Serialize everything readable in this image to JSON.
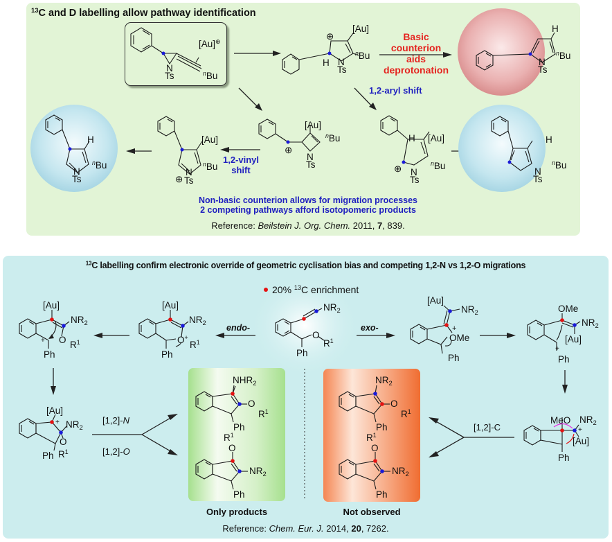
{
  "top_panel": {
    "title_sup": "13",
    "title_rest": "C and D labelling allow pathway identification",
    "start_box": {
      "metal": "[Au]",
      "charge": "⊕",
      "n": "N",
      "ts": "Ts",
      "bu": "Bu",
      "bu_prefix": "n"
    },
    "intermediate_top": {
      "metal": "[Au]",
      "charge": "⊕",
      "h": "H",
      "n": "N",
      "ts": "Ts",
      "bu": "Bu",
      "bu_prefix": "n"
    },
    "basic_label": [
      "Basic counterion",
      "aids deprotonation"
    ],
    "product_red": {
      "h": "H",
      "n": "N",
      "ts": "Ts",
      "bu": "Bu",
      "bu_prefix": "n"
    },
    "aryl_shift_label": "1,2-aryl shift",
    "azetine_intermediate": {
      "metal": "[Au]",
      "charge": "⊕",
      "n": "N",
      "ts": "Ts",
      "bu": "Bu",
      "bu_prefix": "n"
    },
    "vinyl_shift_label": [
      "1,2-vinyl",
      "shift"
    ],
    "vinyl_intermediate": {
      "metal": "[Au]",
      "charge": "⊕",
      "n": "N",
      "ts": "Ts",
      "bu": "Bu",
      "bu_prefix": "n"
    },
    "aryl_intermediate": {
      "metal": "[Au]",
      "charge": "⊕",
      "h": "H",
      "n": "N",
      "ts": "Ts",
      "bu": "Bu",
      "bu_prefix": "n"
    },
    "product_blue_left": {
      "h": "H",
      "n": "N",
      "ts": "Ts",
      "bu": "Bu",
      "bu_prefix": "n"
    },
    "product_blue_right": {
      "h": "H",
      "n": "N",
      "ts": "Ts",
      "bu": "Bu",
      "bu_prefix": "n"
    },
    "summary_lines": [
      "Non-basic counterion allows for migration processes",
      "2 competing pathways afford isotopomeric products"
    ],
    "reference": {
      "prefix": "Reference: ",
      "journal": "Beilstein J. Org. Chem.",
      "year": " 2011, ",
      "volume": "7",
      "pages": ", 839."
    }
  },
  "bottom_panel": {
    "title_sup": "13",
    "title_rest": "C labelling confirm electronic override of geometric cyclisation bias and competing 1,2-N vs 1,2-O migrations",
    "legend": {
      "text_pre": "20% ",
      "sup": "13",
      "text_post": "C enrichment",
      "dot_color": "#e51212"
    },
    "start": {
      "nr2": "NR",
      "nr2_sub": "2",
      "o": "O",
      "r1": "R",
      "r1_sup": "1",
      "ph": "Ph"
    },
    "endo_label": "endo-",
    "exo_label": "exo-",
    "endo_oxonium": {
      "metal": "[Au]",
      "nr2": "NR",
      "nr2_sub": "2",
      "o": "O",
      "plus": "+",
      "r1": "R",
      "r1_sup": "1",
      "ph": "Ph"
    },
    "endo_cation": {
      "metal": "[Au]",
      "nr2": "NR",
      "nr2_sub": "2",
      "o": "O",
      "plus": "+",
      "r1": "R",
      "r1_sup": "1",
      "ph": "Ph"
    },
    "indenyl_cation": {
      "metal": "[Au]",
      "plus": "+",
      "nr2": "NR",
      "nr2_sub": "2",
      "o": "O",
      "r1": "R",
      "r1_sup": "1",
      "ph": "Ph"
    },
    "exo_oxonium": {
      "metal": "[Au]",
      "nr2": "NR",
      "nr2_sub": "2",
      "plus": "+",
      "ome": "OMe",
      "ph": "Ph"
    },
    "exo_cation": {
      "ome": "OMe",
      "nr2": "NR",
      "nr2_sub": "2",
      "metal": "[Au]",
      "plus": "+",
      "ph": "Ph"
    },
    "cyclobutene": {
      "meo": "MeO",
      "nr2": "NR",
      "nr2_sub": "2",
      "plus": "+",
      "metal": "[Au]",
      "ph": "Ph"
    },
    "migration_labels": {
      "n": "[1,2]-",
      "n_atom": "N",
      "o": "[1,2]-",
      "o_atom": "O",
      "c": "[1,2]-C"
    },
    "products_observed": {
      "caption": "Only products",
      "color": "#9be08a",
      "top": {
        "nhr2": "NHR",
        "nhr2_sub": "2",
        "o": "O",
        "r1": "R",
        "r1_sup": "1",
        "ph": "Ph"
      },
      "bottom": {
        "r1": "R",
        "r1_sup": "1",
        "o": "O",
        "nr2": "NR",
        "nr2_sub": "2",
        "ph": "Ph"
      }
    },
    "products_not_observed": {
      "caption": "Not observed",
      "color": "#f47a45",
      "top": {
        "nr2": "NR",
        "nr2_sub": "2",
        "o": "O",
        "r1": "R",
        "r1_sup": "1",
        "ph": "Ph"
      },
      "bottom": {
        "r1": "R",
        "r1_sup": "1",
        "o": "O",
        "nr2": "NR",
        "nr2_sub": "2",
        "ph": "Ph"
      }
    },
    "reference": {
      "prefix": "Reference: ",
      "journal": "Chem. Eur. J.",
      "year": " 2014, ",
      "volume": "20",
      "pages": ", 7262."
    }
  },
  "colors": {
    "label_blue": "#1f1fbf",
    "label_red": "#e5231f",
    "top_bg": "#e2f4d6",
    "bottom_bg": "#ccedee",
    "dot_blue": "#1a1ad8",
    "dot_red": "#e51212"
  }
}
